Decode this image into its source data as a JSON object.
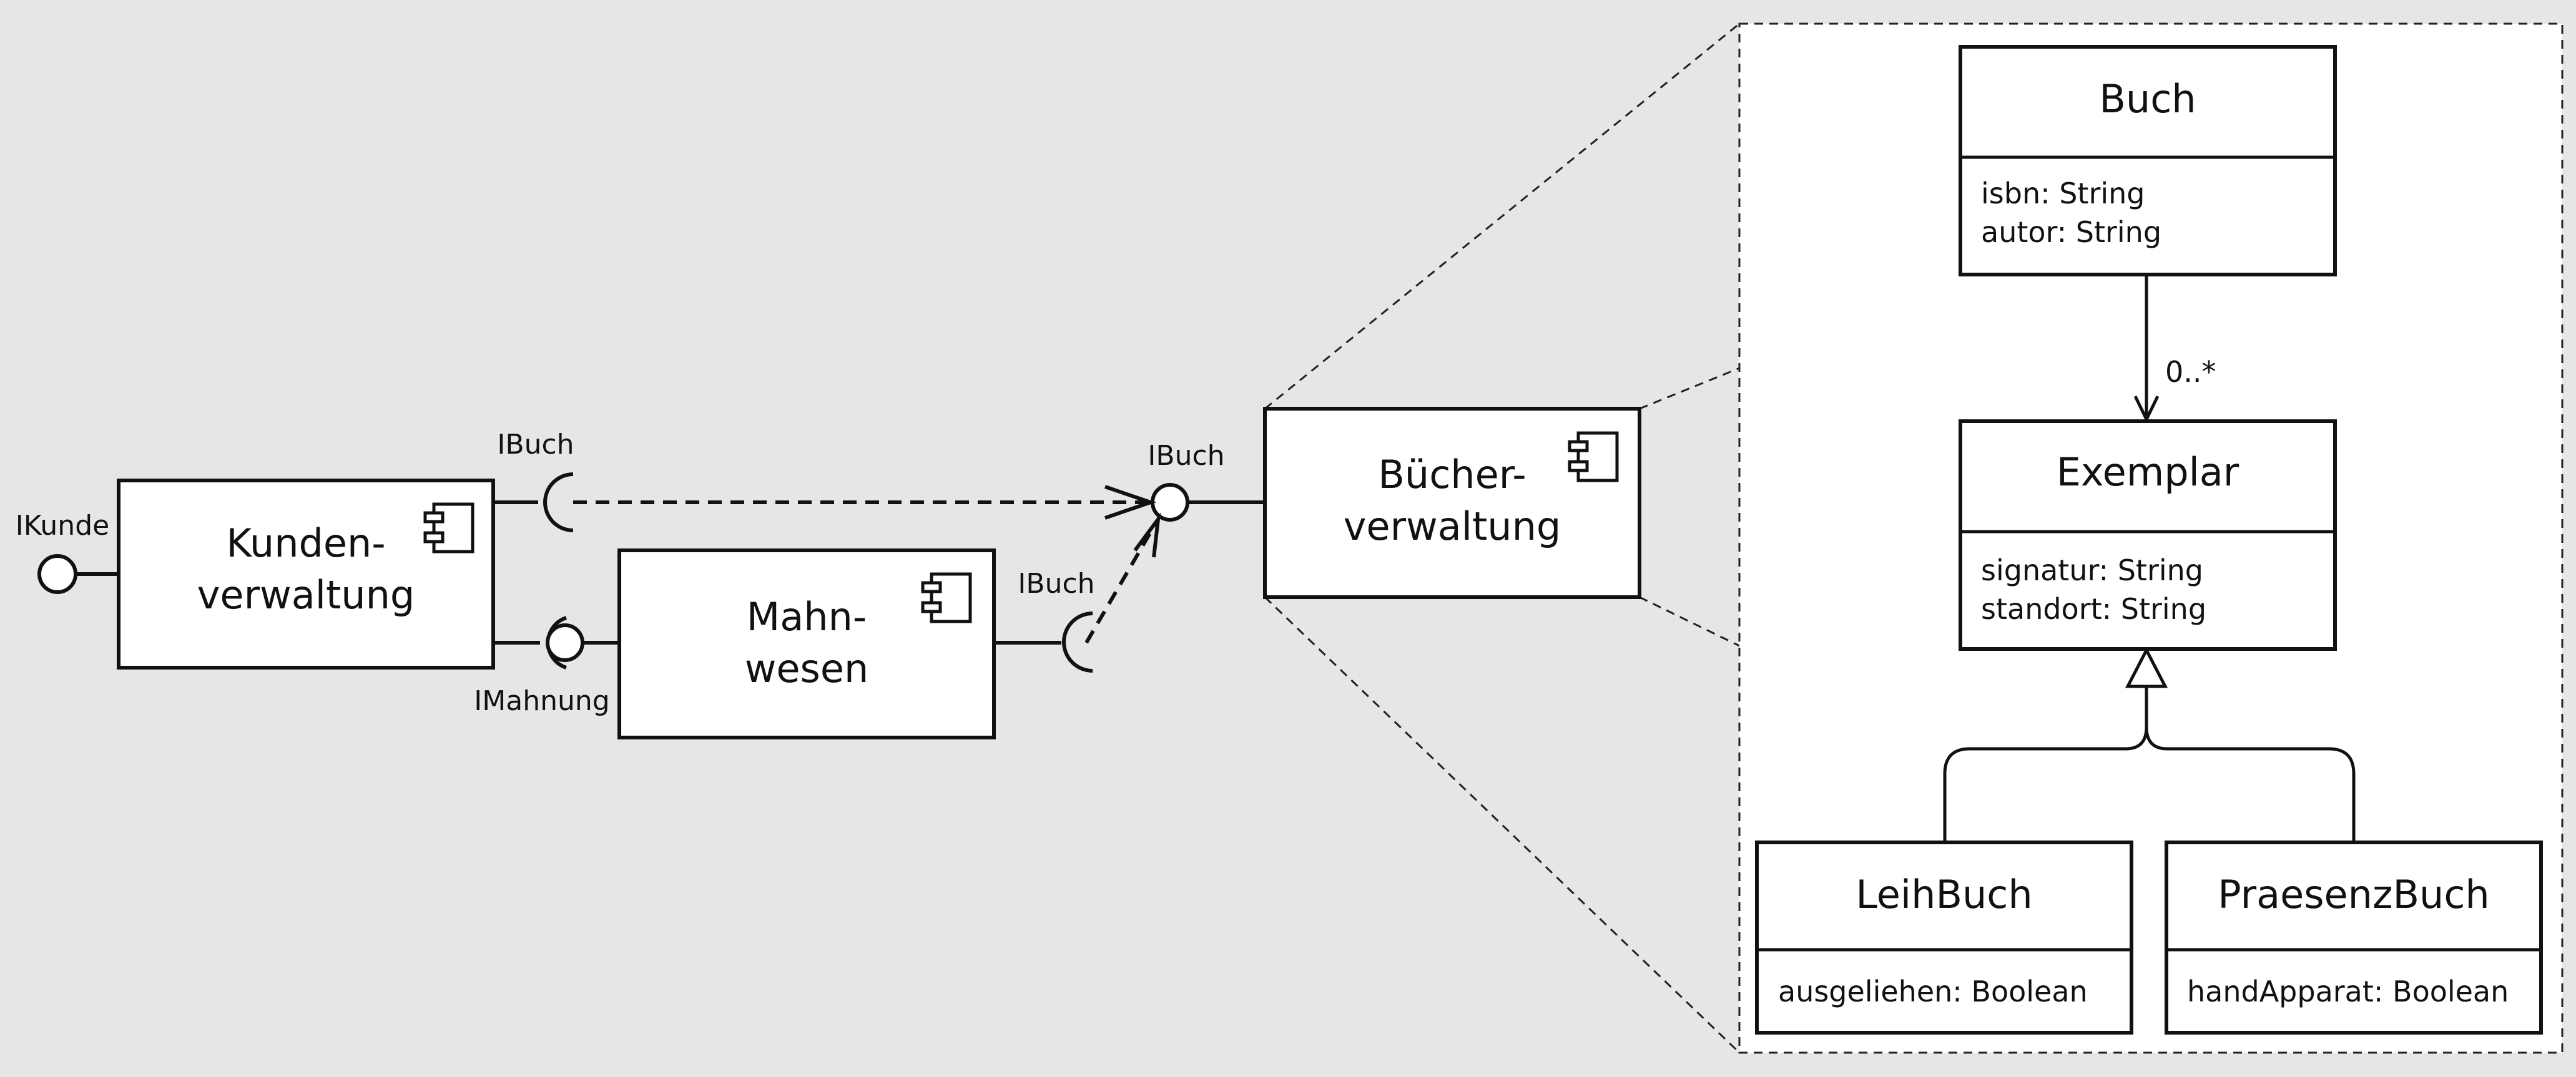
{
  "components": {
    "kundenverwaltung": {
      "line1": "Kunden-",
      "line2": "verwaltung"
    },
    "mahnwesen": {
      "line1": "Mahn-",
      "line2": "wesen"
    },
    "buecherverwaltung": {
      "line1": "Bücher-",
      "line2": "verwaltung"
    }
  },
  "interfaces": {
    "ikunde": "IKunde",
    "ibuch_kunden": "IBuch",
    "imahnung": "IMahnung",
    "ibuch_mahn": "IBuch",
    "ibuch_provided": "IBuch"
  },
  "classes": {
    "buch": {
      "name": "Buch",
      "attr1": "isbn: String",
      "attr2": "autor: String"
    },
    "exemplar": {
      "name": "Exemplar",
      "attr1": "signatur: String",
      "attr2": "standort: String"
    },
    "leihbuch": {
      "name": "LeihBuch",
      "attr1": "ausgeliehen: Boolean"
    },
    "praesenzbuch": {
      "name": "PraesenzBuch",
      "attr1": "handApparat: Boolean"
    }
  },
  "association": {
    "multiplicity": "0..*"
  },
  "colors": {
    "background": "#e6e6e6",
    "box_fill": "#ffffff",
    "stroke": "#111111"
  }
}
